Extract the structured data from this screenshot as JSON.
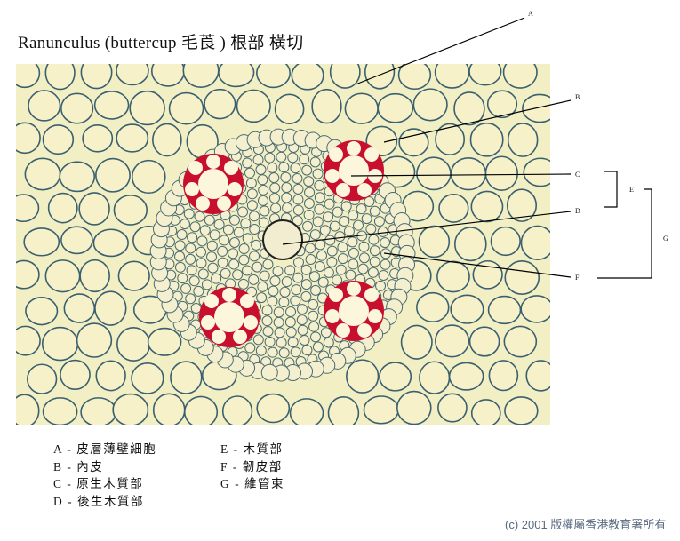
{
  "title": "Ranunculus (buttercup 毛莨 ) 根部 橫切",
  "labels": {
    "A": "A",
    "B": "B",
    "C": "C",
    "D": "D",
    "E": "E",
    "F": "F",
    "G": "G"
  },
  "legend": {
    "left": [
      "A - 皮層薄壁細胞",
      "B - 內皮",
      "C - 原生木質部",
      "D - 後生木質部"
    ],
    "right": [
      "E - 木質部",
      "F - 韌皮部",
      "G - 維管束"
    ]
  },
  "copyright": "(c) 2001 版權屬香港教育署所有",
  "colors": {
    "background": "#f3efc4",
    "cell_wall": "#3a6070",
    "xylem": "#c8102e",
    "copyright": "#5a6a80"
  }
}
